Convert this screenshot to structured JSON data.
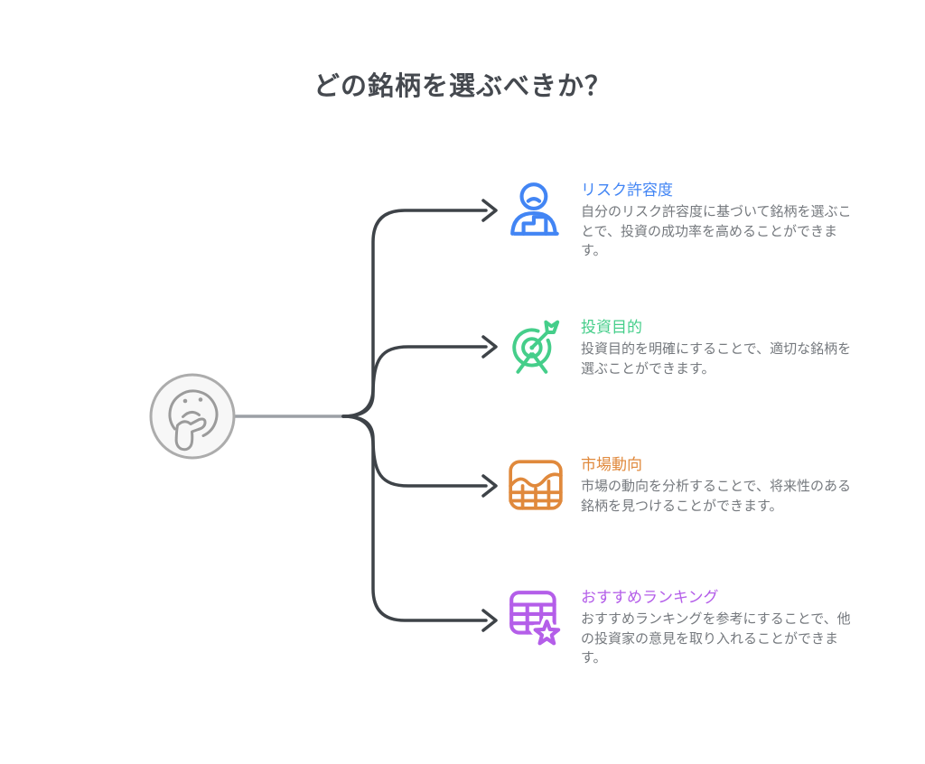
{
  "title": "どの銘柄を選ぶべきか？",
  "center": {
    "icon": "thinking-face-icon"
  },
  "palette": {
    "background": "#FFFFFF",
    "title_text": "#45494F",
    "body_text": "#75797E",
    "branch_line": "#3E4348",
    "stem_line": "#9CA0A5",
    "center_circle_fill": "#F7F7F7",
    "center_circle_border": "#ACACAC",
    "blue": "#4285F4",
    "green": "#45CE8A",
    "orange": "#E0893C",
    "purple": "#B45EE9"
  },
  "branches": [
    {
      "label": "リスク許容度",
      "description": "自分のリスク許容度に基づいて銘柄を選ぶことで、投資の成功率を高めることができます。",
      "color": "#4285F4",
      "icon": "person-with-chart-icon"
    },
    {
      "label": "投資目的",
      "description": "投資目的を明確にすることで、適切な銘柄を選ぶことができます。",
      "color": "#45CE8A",
      "icon": "target-arrow-icon"
    },
    {
      "label": "市場動向",
      "description": "市場の動向を分析することで、将来性のある銘柄を見つけることができます。",
      "color": "#E0893C",
      "icon": "chart-grid-icon"
    },
    {
      "label": "おすすめランキング",
      "description": "おすすめランキングを参考にすることで、他の投資家の意見を取り入れることができます。",
      "color": "#B45EE9",
      "icon": "ranking-table-star-icon"
    }
  ]
}
